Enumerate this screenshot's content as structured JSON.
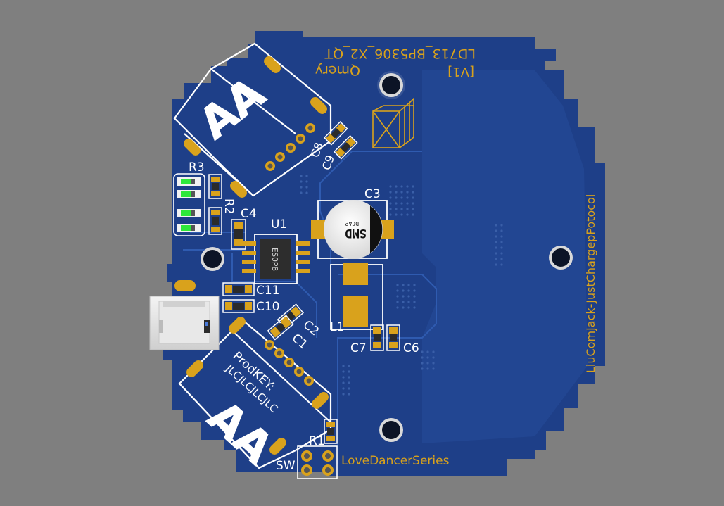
{
  "colors": {
    "background": "#7f7f7f",
    "board": "#1e3f88",
    "pour": "#284e9e",
    "silkscreen": "#ffffff",
    "copper_gold": "#d9a21c",
    "led_green": "#2ee83a",
    "drill_hole": "#0c1426"
  },
  "silk_text": {
    "version": "[V1]",
    "part_number": "LD713_BP5306_X2_QT",
    "author": "Qmery",
    "protocol": "LiuComJack-JustChargepPotocol",
    "series": "LoveDancerSeries",
    "prod_key": "ProdKEY:",
    "jlc": "JLCJLCJLCJLC",
    "battery_top": "AA",
    "battery_bottom": "AA",
    "cap_marking": "SMD",
    "cap_sub": "DCAP",
    "ic_marking": "ESOP8"
  },
  "designators": {
    "r1": "R1",
    "r2": "R2",
    "r3": "R3",
    "c2": "C2",
    "c1": "C1",
    "c3": "C3",
    "c4": "C4",
    "c6": "C6",
    "c7": "C7",
    "c8": "C8",
    "c9": "C9",
    "c10": "C10",
    "c11": "C11",
    "u1": "U1",
    "l1": "L1",
    "sw": "SW"
  },
  "icons": {
    "logo": "stacked-square-x-logo-icon",
    "usb": "micro-usb-connector-icon",
    "hole": "mounting-hole-icon"
  }
}
